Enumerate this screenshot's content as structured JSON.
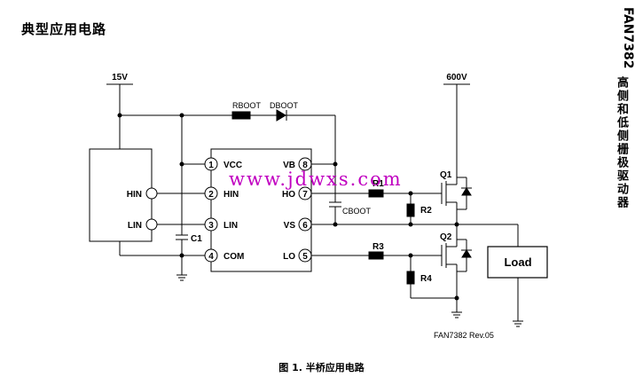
{
  "page_title": "典型应用电路",
  "part_number": "FAN7382",
  "side_title": "高侧和低侧栅极驱动器",
  "figure_caption": "图 1. 半桥应用电路",
  "watermark": "www.jdwxs.com",
  "circuit": {
    "supply_left": "15V",
    "supply_right": "600V",
    "controller_inputs": [
      "HIN",
      "LIN"
    ],
    "ic_pins": [
      {
        "num": "1",
        "name": "VCC"
      },
      {
        "num": "2",
        "name": "HIN"
      },
      {
        "num": "3",
        "name": "LIN"
      },
      {
        "num": "4",
        "name": "COM"
      },
      {
        "num": "8",
        "name": "VB"
      },
      {
        "num": "7",
        "name": "HO"
      },
      {
        "num": "6",
        "name": "VS"
      },
      {
        "num": "5",
        "name": "LO"
      }
    ],
    "components": {
      "r_boot": "RBOOT",
      "d_boot": "DBOOT",
      "c_boot": "CBOOT",
      "c1": "C1",
      "r1": "R1",
      "r2": "R2",
      "r3": "R3",
      "r4": "R4",
      "q1": "Q1",
      "q2": "Q2",
      "load": "Load"
    },
    "revision_note": "FAN7382  Rev.05"
  }
}
